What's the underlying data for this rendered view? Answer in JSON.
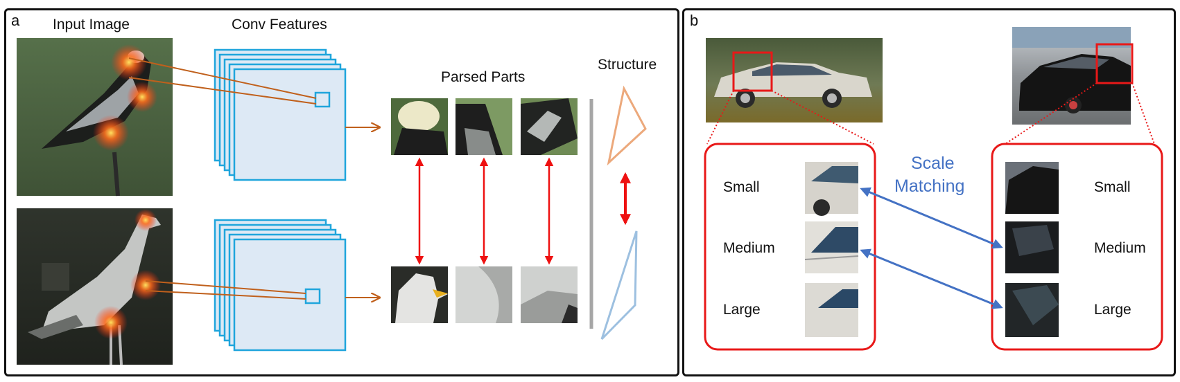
{
  "panels": {
    "a": {
      "letter": "a",
      "headings": {
        "input_image": "Input Image",
        "conv_features": "Conv Features",
        "parsed_parts": "Parsed Parts",
        "structure": "Structure"
      }
    },
    "b": {
      "letter": "b",
      "scale_matching": [
        "Scale",
        "Matching"
      ],
      "scales": [
        "Small",
        "Medium",
        "Large"
      ]
    }
  },
  "colors": {
    "conv_box_stroke": "#1fa5dc",
    "conv_box_fill": "#dde9f5",
    "projection_line": "#c0601c",
    "red_arrow": "#ee1111",
    "highlight_red": "#e81818",
    "blue_arrow": "#4472c4",
    "scale_text": "#4472c4",
    "structure_top": "#eca97c",
    "structure_bottom": "#9dc0e0",
    "separator": "#a6a6a6"
  }
}
